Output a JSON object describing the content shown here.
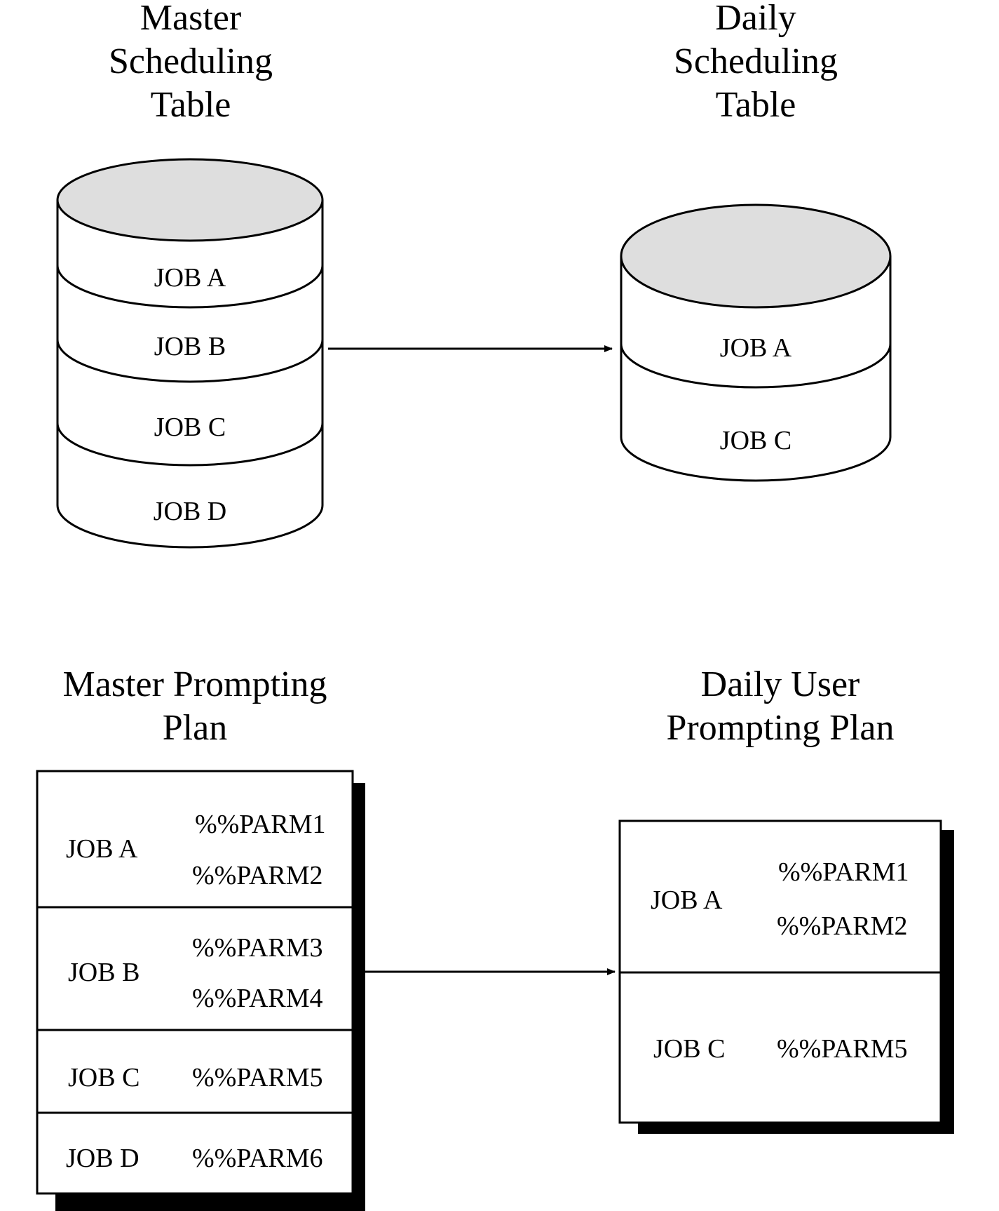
{
  "master_scheduling_table": {
    "title_lines": [
      "Master",
      "Scheduling",
      "Table"
    ],
    "jobs": [
      "JOB A",
      "JOB B",
      "JOB C",
      "JOB D"
    ]
  },
  "daily_scheduling_table": {
    "title_lines": [
      "Daily",
      "Scheduling",
      "Table"
    ],
    "jobs": [
      "JOB A",
      "JOB C"
    ]
  },
  "master_prompting_plan": {
    "title_lines": [
      "Master Prompting",
      "Plan"
    ],
    "rows": [
      {
        "job": "JOB A",
        "parms": [
          "%%PARM1",
          "%%PARM2"
        ]
      },
      {
        "job": "JOB B",
        "parms": [
          "%%PARM3",
          "%%PARM4"
        ]
      },
      {
        "job": "JOB C",
        "parms": [
          "%%PARM5"
        ]
      },
      {
        "job": "JOB D",
        "parms": [
          "%%PARM6"
        ]
      }
    ]
  },
  "daily_user_prompting_plan": {
    "title_lines": [
      "Daily User",
      "Prompting Plan"
    ],
    "rows": [
      {
        "job": "JOB A",
        "parms": [
          "%%PARM1",
          "%%PARM2"
        ]
      },
      {
        "job": "JOB C",
        "parms": [
          "%%PARM5"
        ]
      }
    ]
  },
  "colors": {
    "cylinder_top": "#dedede",
    "shadow": "#000000",
    "line": "#000000"
  }
}
